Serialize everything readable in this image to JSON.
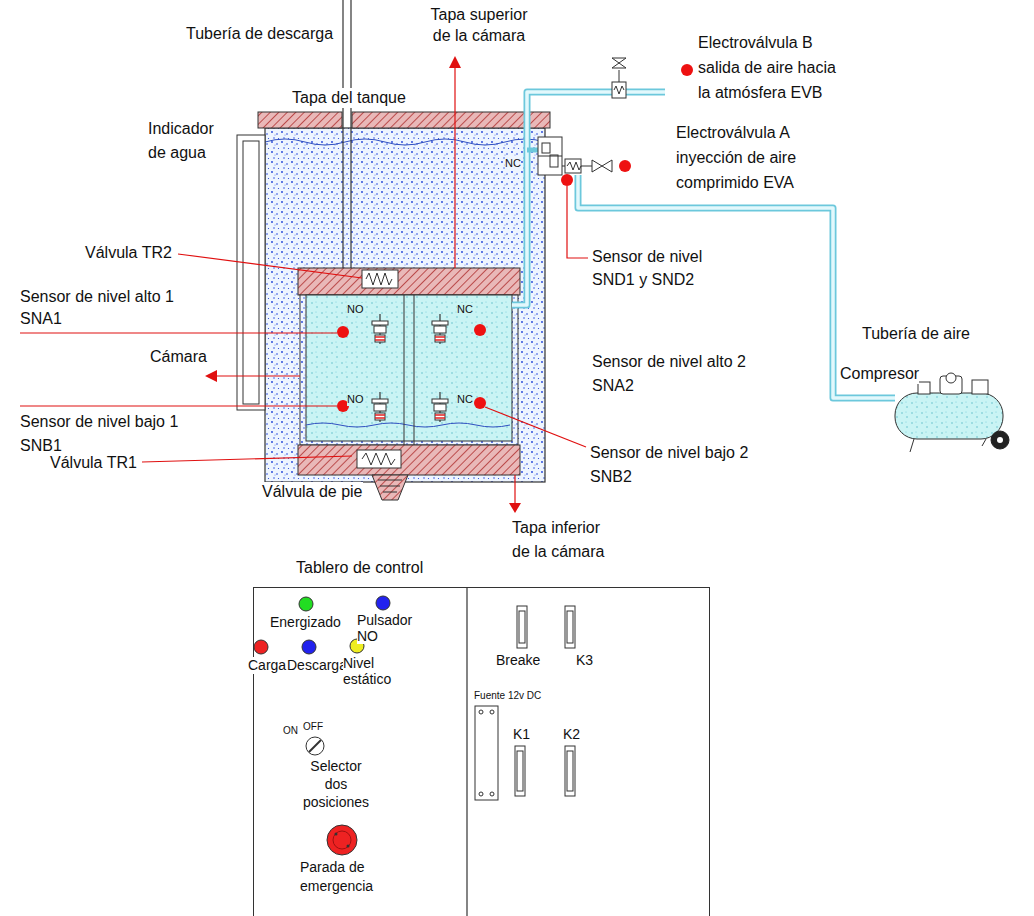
{
  "diagram": {
    "nodes": [
      {
        "text": [
          "Tablero de control"
        ]
      }
    ],
    "labels": [
      "Tubería de descarga",
      "Tapa superior de la cámara",
      "Electroválvula B salida de aire hacia la atmósfera EVB",
      "Tapa del tanque",
      "Indicador de agua",
      "NC",
      "Electroválvula A inyección de aire comprimido EVA",
      "Válvula TR2",
      "Sensor de nivel SND1 y SND2",
      "Sensor de nivel alto 1 SNA1",
      "NO",
      "NC",
      "Sensor de nivel alto 2 SNA2",
      "Tubería de aire",
      "Cámara",
      "Compresor",
      "Sensor de nivel bajo 1 SNB1",
      "NO",
      "NC",
      "Sensor de nivel bajo 2 SNB2",
      "Válvula TR1",
      "Válvula de pie",
      "Tapa inferior de la cámara",
      "Energizado",
      "Pulsador NO",
      "Carga",
      "Descarga",
      "Nivel estático",
      "ON",
      "OFF",
      "Selector dos posiciones",
      "Parada de emergencia",
      "Breake",
      "K3",
      "Fuente 12v DC",
      "K1",
      "K2"
    ]
  }
}
